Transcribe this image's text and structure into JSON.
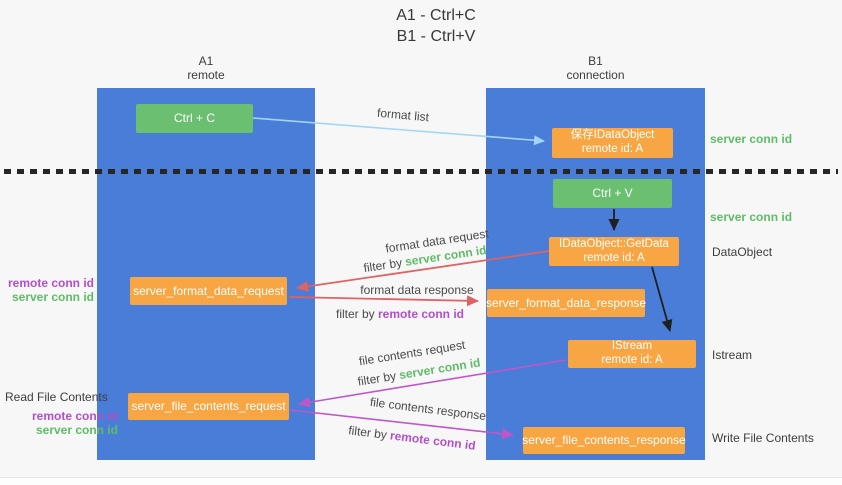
{
  "title": {
    "line1": "A1 - Ctrl+C",
    "line2": "B1 - Ctrl+V"
  },
  "columns": {
    "a": {
      "id": "A1",
      "subtitle": "remote"
    },
    "b": {
      "id": "B1",
      "subtitle": "connection"
    }
  },
  "nodes": {
    "ctrl_c": "Ctrl + C",
    "ctrl_v": "Ctrl + V",
    "save_dataobject": {
      "line1": "保存IDataObject",
      "line2": "remote id: A"
    },
    "getdata": {
      "line1": "IDataObject::GetData",
      "line2": "remote id: A"
    },
    "istream": {
      "line1": "IStream",
      "line2": "remote id: A"
    },
    "format_request": "server_format_data_request",
    "format_response": "server_format_data_response",
    "file_request": "server_file_contents_request",
    "file_response": "server_file_contents_response"
  },
  "flow_labels": {
    "format_list": "format list",
    "format_data_request": "format data request",
    "format_data_request_filter_prefix": "filter by ",
    "format_data_request_filter_value": "server conn id",
    "format_data_response": "format data response",
    "format_data_response_filter_prefix": "filter by ",
    "format_data_response_filter_value": "remote conn id",
    "file_contents_request": "file contents request",
    "file_contents_request_filter_prefix": "filter by ",
    "file_contents_request_filter_value": "server conn id",
    "file_contents_response": "file contents response",
    "file_contents_response_filter_prefix": "filter by ",
    "file_contents_response_filter_value": "remote conn id"
  },
  "side_labels": {
    "right": {
      "server_conn_id_top": "server conn id",
      "server_conn_id_mid": "server conn id",
      "dataobject": "DataObject",
      "istream": "Istream",
      "write_file": "Write File Contents"
    },
    "left": {
      "remote_conn_id_top": "remote conn id",
      "server_conn_id_top": "server conn id",
      "read_file": "Read File Contents",
      "remote_conn_id_bottom": "remote conn id",
      "server_conn_id_bottom": "server conn id"
    }
  },
  "colors": {
    "lane_blue": "#4a7dd7",
    "node_green": "#6abf70",
    "node_orange": "#f7a643",
    "arrow_red": "#e06262",
    "arrow_magenta": "#c057c8",
    "arrow_light_blue": "#a3d5f5",
    "arrow_black": "#1f1f1f",
    "text_green": "#5fbc66",
    "text_purple": "#b14fc9"
  }
}
